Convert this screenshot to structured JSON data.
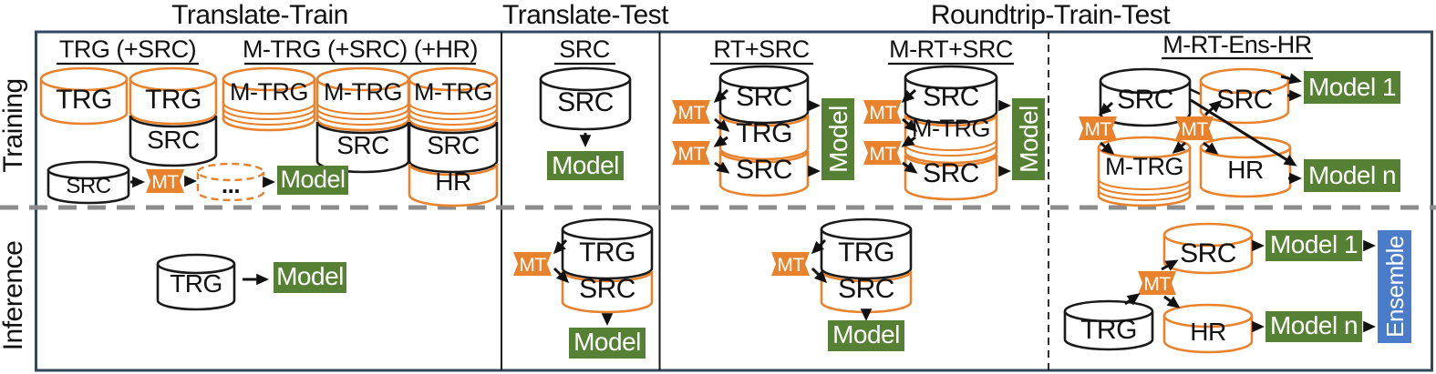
{
  "colors": {
    "orange": "#E8822C",
    "green": "#568135",
    "blue": "#4A7CC9",
    "frame": "#32485E",
    "gray": "#8C8C8C",
    "ink": "#111111"
  },
  "headers": {
    "translate_train": "Translate-Train",
    "translate_test": "Translate-Test",
    "roundtrip_train_test": "Roundtrip-Train-Test"
  },
  "row_labels": {
    "training": "Training",
    "inference": "Inference"
  },
  "sub_headers": {
    "trg_src": "TRG (+SRC)",
    "mtrg_src_hr": "M-TRG (+SRC) (+HR)",
    "src": "SRC",
    "rt_src": "RT+SRC",
    "m_rt_src": "M-RT+SRC",
    "m_rt_ens_hr": "M-RT-Ens-HR"
  },
  "labels": {
    "trg": "TRG",
    "src": "SRC",
    "m_trg": "M-TRG",
    "hr": "HR",
    "mt": "MT",
    "model": "Model",
    "model_1": "Model 1",
    "model_n": "Model n",
    "ensemble": "Ensemble",
    "ellipsis": "..."
  }
}
